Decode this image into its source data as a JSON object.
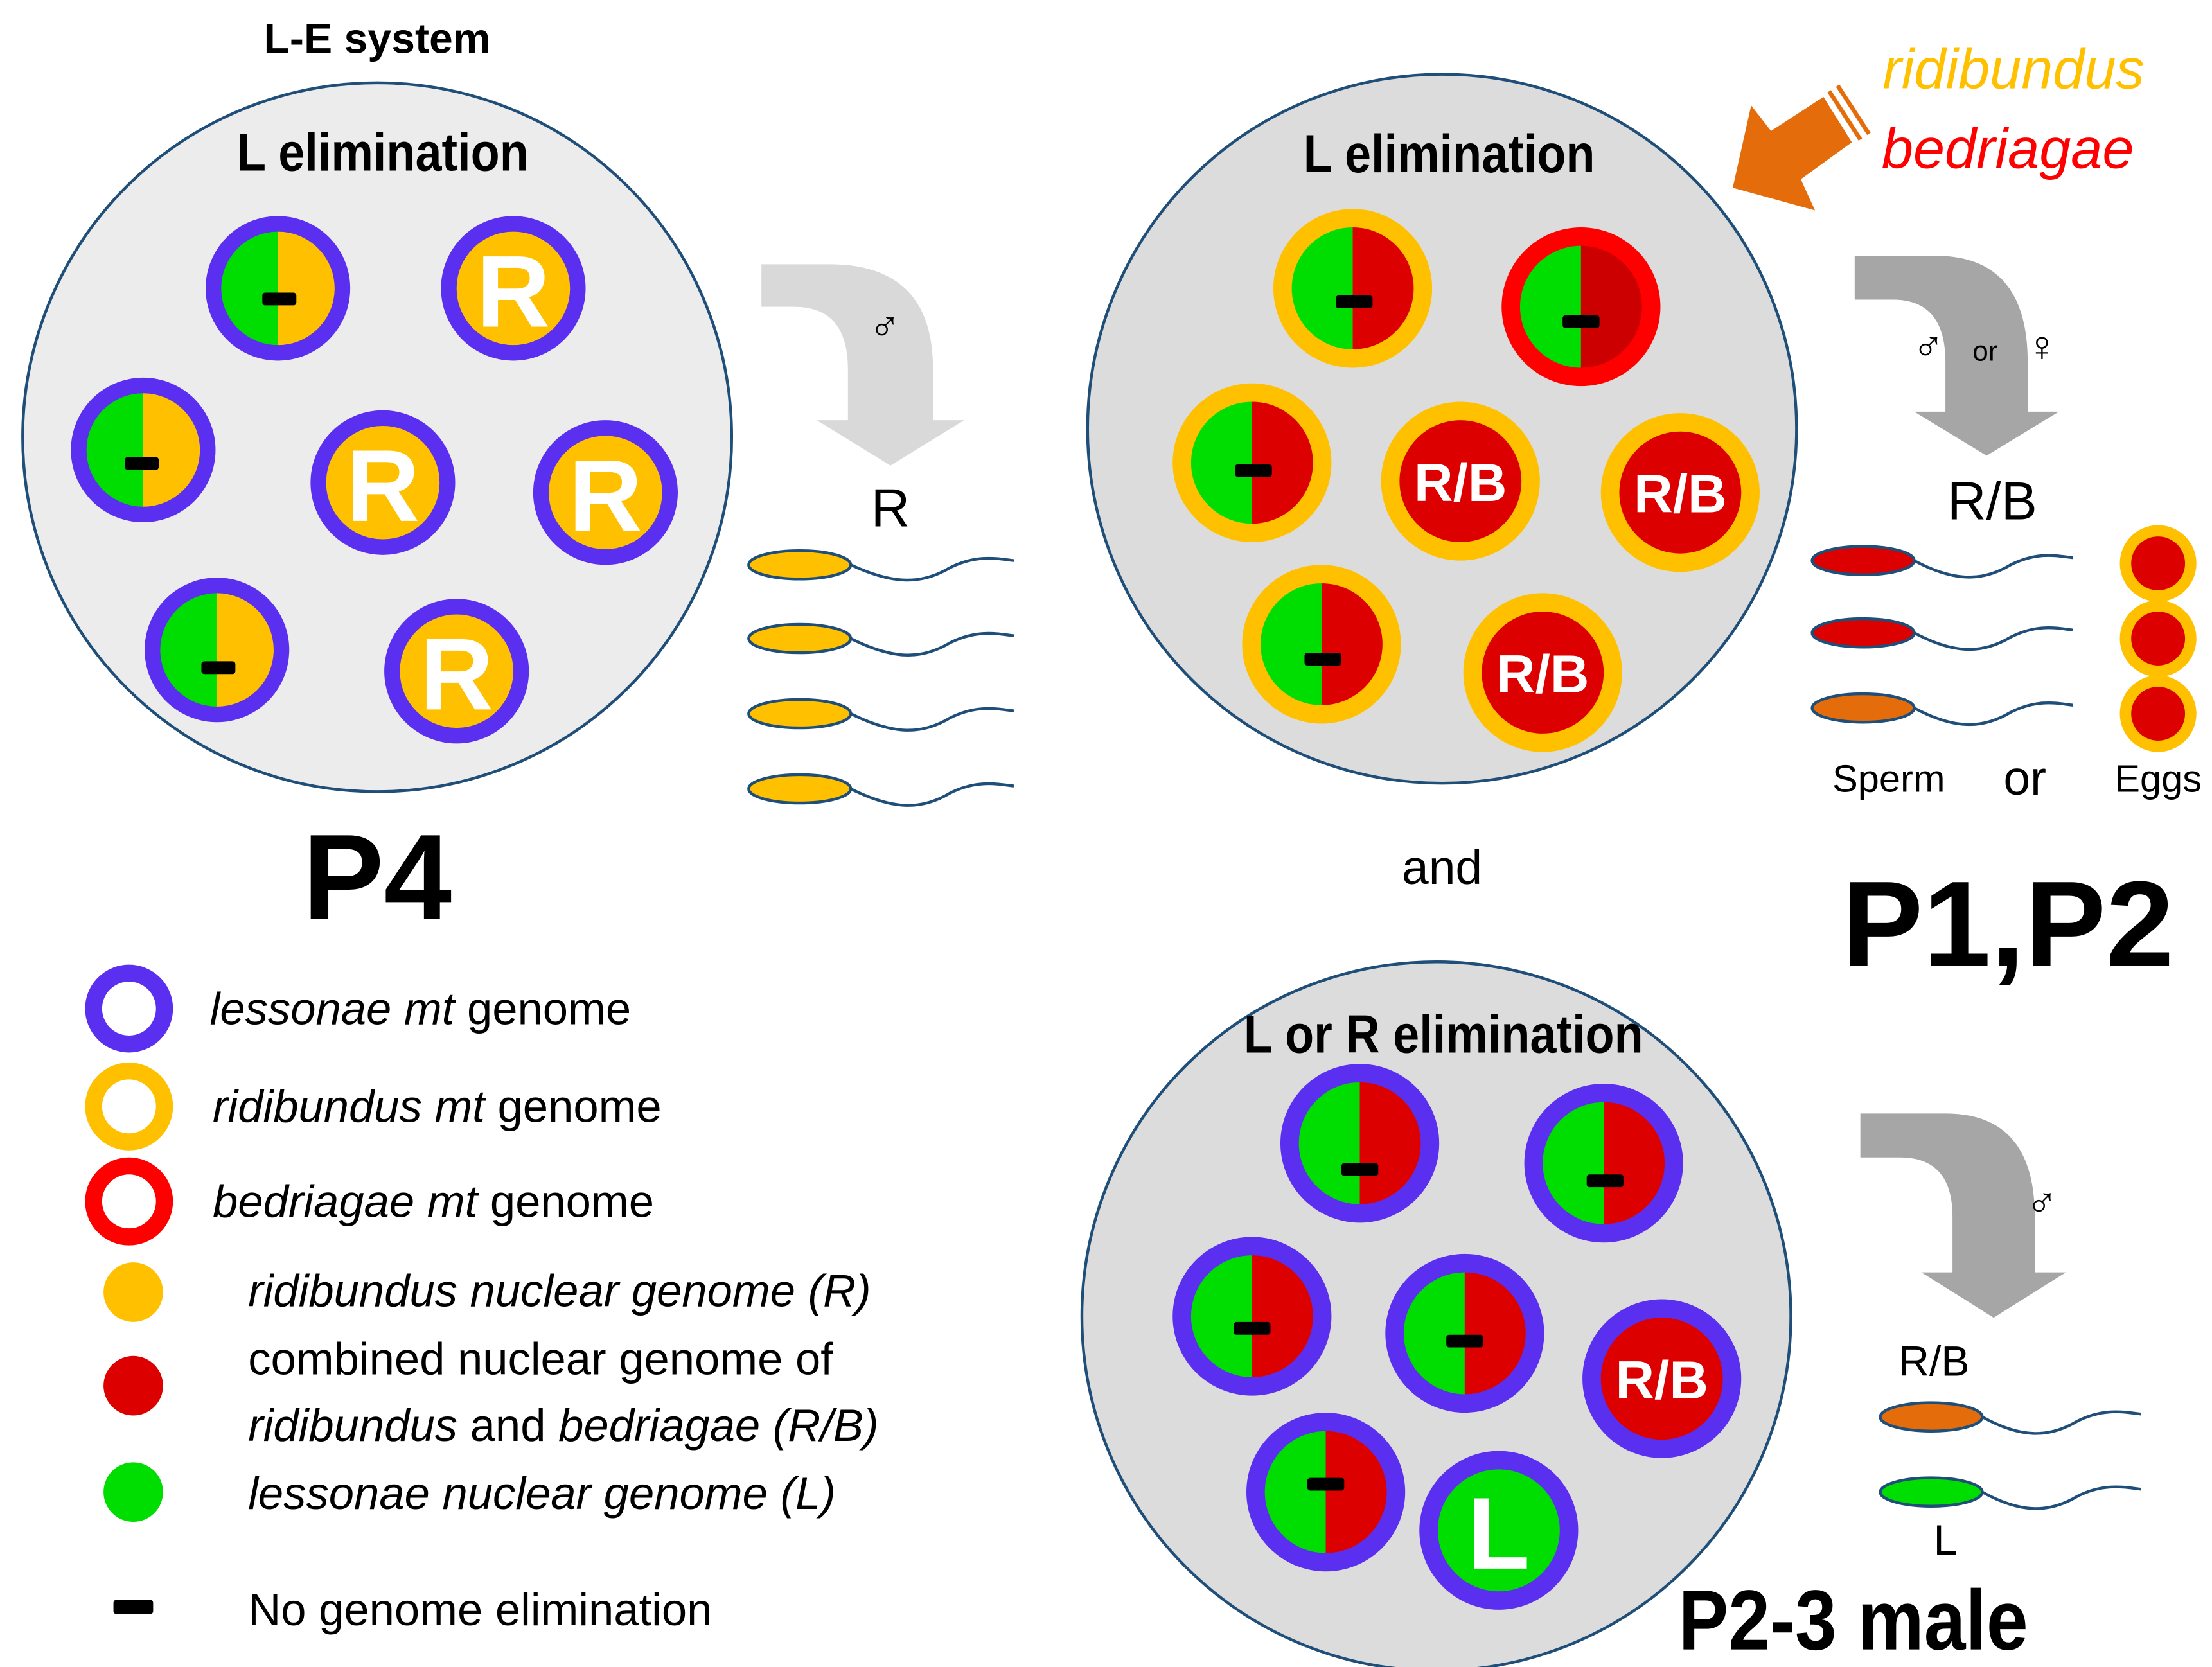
{
  "system_label": "L-E system",
  "colors": {
    "lessonae_mt": "#5b2ff0",
    "ridibundus_mt": "#ffc000",
    "bedriagae_mt": "#ff0000",
    "ridibundus_nuclear": "#ffc000",
    "combined_nuclear": "#dd0000",
    "lessonae_nuclear": "#00dd00",
    "pool_fill": "#dcdcdc",
    "pool_fill_light": "#ececec",
    "pool_stroke": "#1f4e79",
    "arrow_gray": "#a6a6a6",
    "arrow_light": "#d9d9d9",
    "orange_arrow": "#e46c0a",
    "bedriagae_text": "#ff0000",
    "ridibundus_text": "#ffc000"
  },
  "p4": {
    "pool_title": "L elimination",
    "cell_labels": [
      "R",
      "R",
      "R",
      "R"
    ],
    "gamete_label": "R",
    "sex_symbol": "♂",
    "population": "P4"
  },
  "p1p2": {
    "pool_title": "L elimination",
    "cell_labels": [
      "R/B",
      "R/B",
      "R/B"
    ],
    "gamete_label": "R/B",
    "sex_male": "♂",
    "sex_or": "or",
    "sex_female": "♀",
    "sperm_label": "Sperm",
    "or_label": "or",
    "eggs_label": "Eggs",
    "population": "P1,P2",
    "species_ridibundus": "ridibundus",
    "species_bedriagae": "bedriagae"
  },
  "connector": "and",
  "p23": {
    "pool_title": "L or R elimination",
    "cell_labels": [
      "R/B",
      "L"
    ],
    "gamete_label_rb": "R/B",
    "gamete_label_l": "L",
    "sex_symbol": "♂",
    "population": "P2-3 male"
  },
  "legend": {
    "lessonae_mt": {
      "italic": "lessonae mt",
      "rest": " genome"
    },
    "ridibundus_mt": {
      "italic": "ridibundus mt",
      "rest": " genome"
    },
    "bedriagae_mt": {
      "italic": "bedriagae mt",
      "rest": " genome"
    },
    "ridibundus_nuclear": "ridibundus nuclear genome (R)",
    "combined_line1": "combined nuclear genome  of",
    "combined_line2_a": "ridibundus",
    "combined_line2_b": " and ",
    "combined_line2_c": "bedriagae (R/B)",
    "lessonae_nuclear": "lessonae nuclear genome (L)",
    "no_elimination": "No genome elimination"
  }
}
